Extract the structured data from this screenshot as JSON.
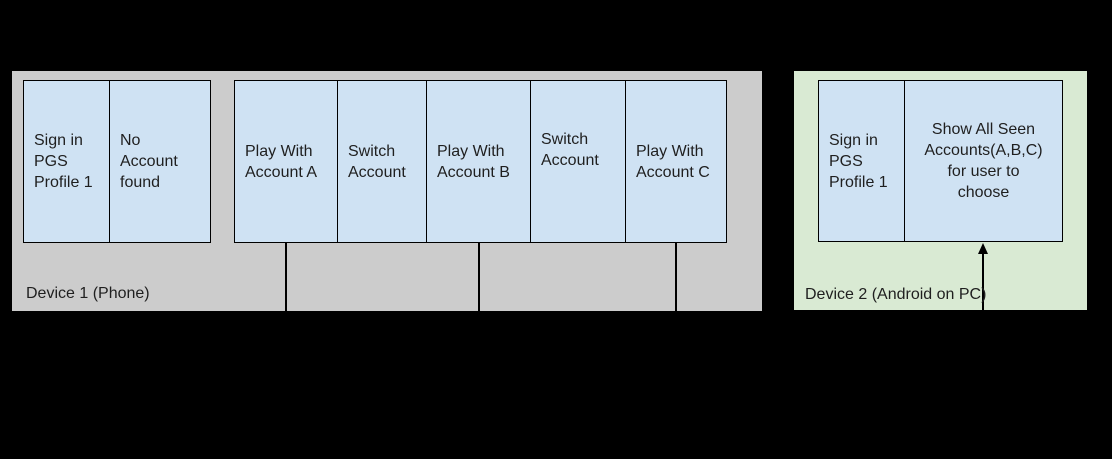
{
  "device1": {
    "label": "Device 1 (Phone)",
    "flow1": {
      "cells": [
        {
          "text": "Sign in\nPGS\nProfile 1"
        },
        {
          "text": "No\nAccount\nfound"
        }
      ]
    },
    "flow2": {
      "cells": [
        {
          "text": "Play With\nAccount A"
        },
        {
          "text": "Switch\nAccount"
        },
        {
          "text": "Play With\nAccount B"
        },
        {
          "text": "Switch\nAccount"
        },
        {
          "text": "Play With\nAccount C"
        }
      ]
    }
  },
  "device2": {
    "label": "Device 2 (Android on PC)",
    "flow": {
      "cells": [
        {
          "text": "Sign in\nPGS\nProfile 1"
        },
        {
          "text": "Show All Seen\nAccounts(A,B,C)\nfor user to\nchoose"
        }
      ]
    }
  },
  "colors": {
    "background": "#000000",
    "device1_fill": "#cccccc",
    "device2_fill": "#d9ead3",
    "step_fill": "#cfe2f3",
    "border": "#000000",
    "text": "#1f1f1f"
  }
}
